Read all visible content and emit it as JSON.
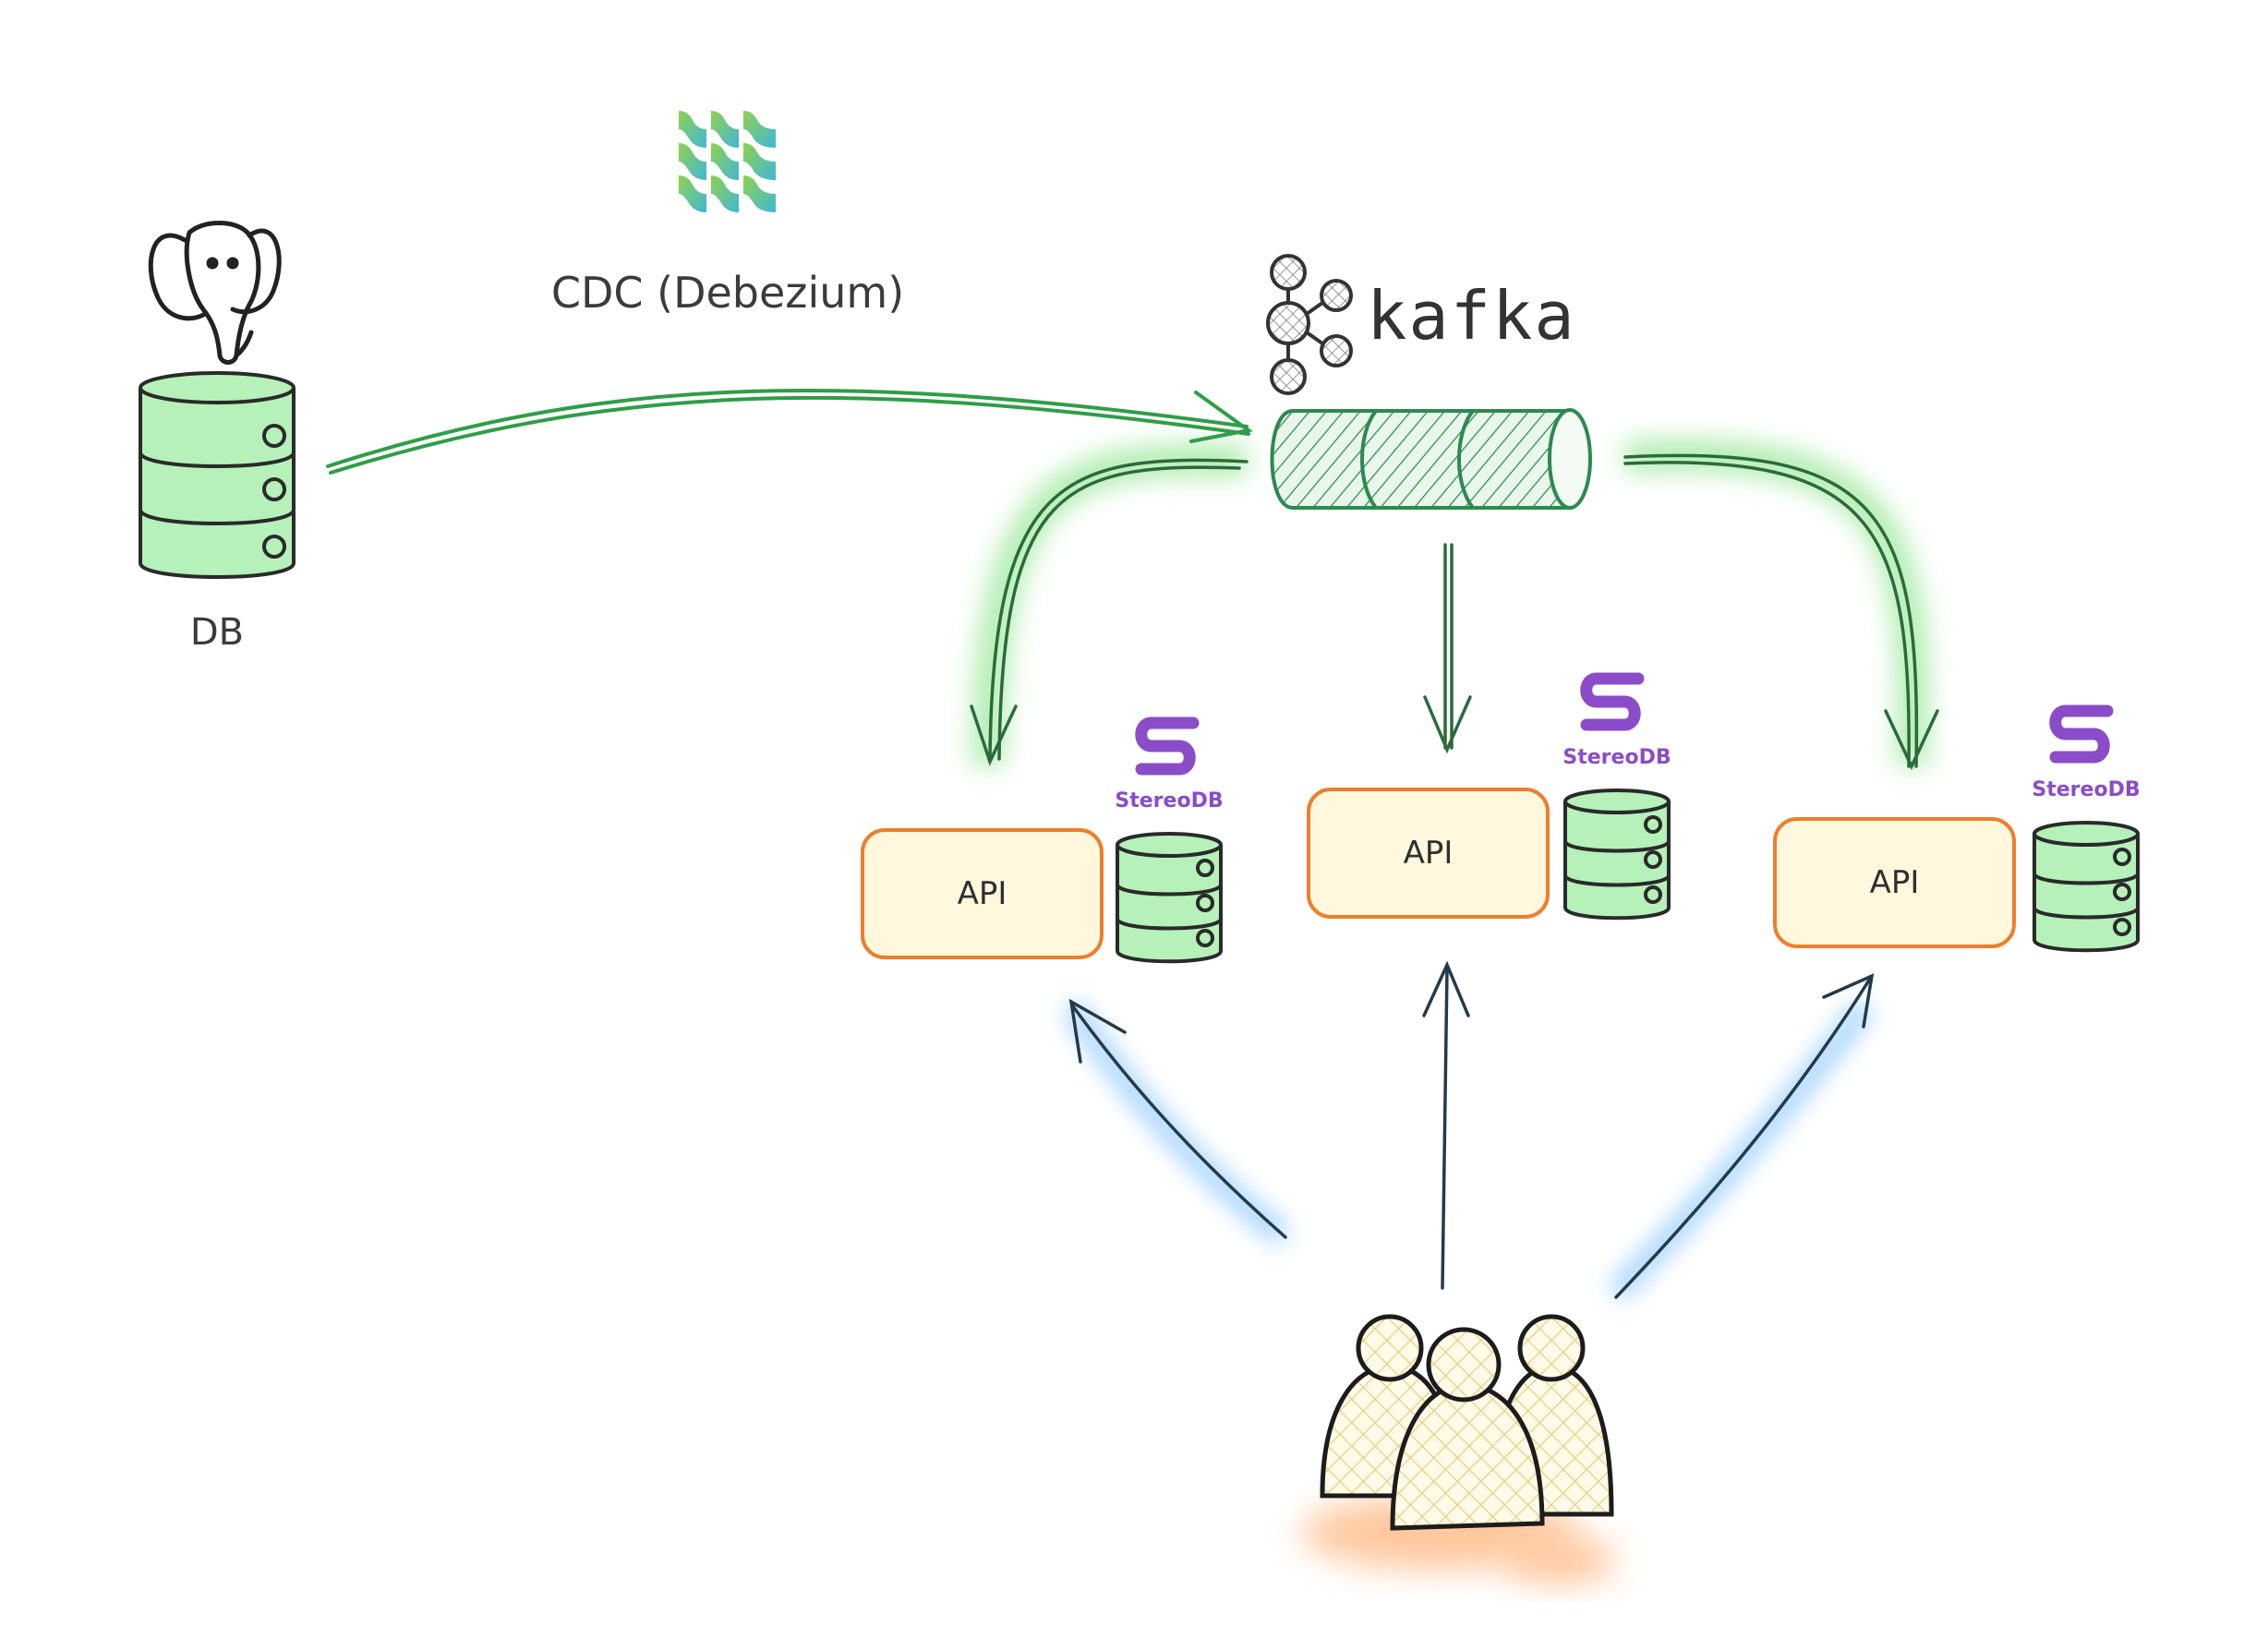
{
  "colors": {
    "db_fill": "#b5f1b9",
    "api_border": "#ef7d2c",
    "api_fill": "#fff8dd",
    "kafka_stroke": "#2c8a4f",
    "stereodb": "#8a4cc8",
    "flow_green": "#2e9e47",
    "request_arrow": "#243a4a"
  },
  "labels": {
    "db": "DB",
    "cdc": "CDC (Debezium)",
    "kafka": "kafka"
  },
  "api_nodes": [
    {
      "label": "API",
      "store_label": "StereoDB"
    },
    {
      "label": "API",
      "store_label": "StereoDB"
    },
    {
      "label": "API",
      "store_label": "StereoDB"
    }
  ],
  "icons": {
    "source_logo": "postgres-elephant-icon",
    "cdc_logo": "debezium-logo-icon",
    "kafka_logo": "kafka-logo-icon",
    "stereodb_logo": "stereodb-s-icon",
    "users": "users-group-icon"
  }
}
